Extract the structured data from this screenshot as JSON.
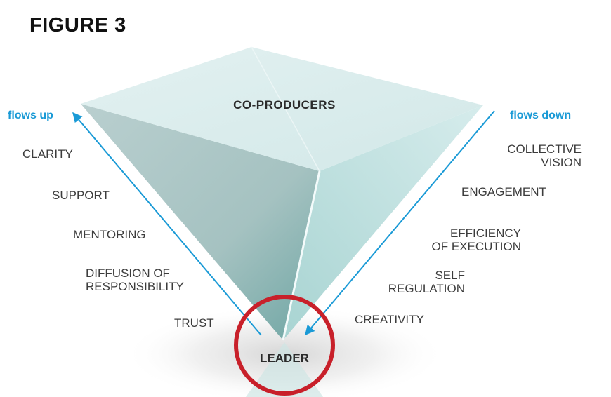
{
  "figure": {
    "title": "FIGURE 3"
  },
  "pyramid": {
    "top_label": "CO-PRODUCERS",
    "apex_label": "LEADER"
  },
  "left_side": {
    "direction_label": "flows up",
    "items": [
      "CLARITY",
      "SUPPORT",
      "MENTORING",
      "DIFFUSION OF\nRESPONSIBILITY",
      "TRUST"
    ]
  },
  "right_side": {
    "direction_label": "flows down",
    "items": [
      "COLLECTIVE\nVISION",
      "ENGAGEMENT",
      "EFFICIENCY\nOF EXECUTION",
      "SELF\nREGULATION",
      "CREATIVITY"
    ]
  },
  "colors": {
    "arrow": "#1a9ad6",
    "leader_circle": "#c8202a",
    "pyramid_top": "#d9ecec",
    "pyramid_left_face": "#a9c4c4",
    "pyramid_right_face": "#c4e0e0"
  }
}
